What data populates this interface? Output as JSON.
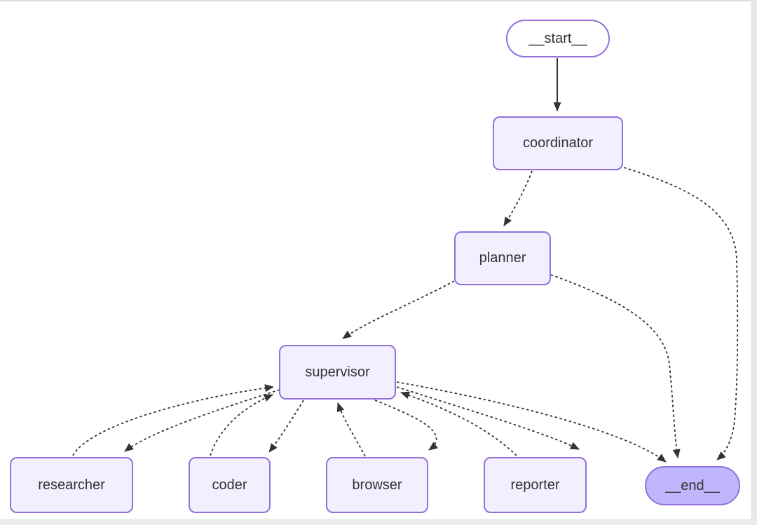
{
  "diagram": {
    "kind": "agent-workflow-graph",
    "direction": "top-down",
    "nodes": [
      {
        "id": "__start__",
        "label": "__start__",
        "shape": "stadium",
        "role": "entry"
      },
      {
        "id": "coordinator",
        "label": "coordinator",
        "shape": "rounded-rect",
        "role": "agent"
      },
      {
        "id": "planner",
        "label": "planner",
        "shape": "rounded-rect",
        "role": "agent"
      },
      {
        "id": "supervisor",
        "label": "supervisor",
        "shape": "rounded-rect",
        "role": "agent"
      },
      {
        "id": "researcher",
        "label": "researcher",
        "shape": "rounded-rect",
        "role": "agent"
      },
      {
        "id": "coder",
        "label": "coder",
        "shape": "rounded-rect",
        "role": "agent"
      },
      {
        "id": "browser",
        "label": "browser",
        "shape": "rounded-rect",
        "role": "agent"
      },
      {
        "id": "reporter",
        "label": "reporter",
        "shape": "rounded-rect",
        "role": "agent"
      },
      {
        "id": "__end__",
        "label": "__end__",
        "shape": "stadium",
        "role": "terminal"
      }
    ],
    "edges": [
      {
        "from": "__start__",
        "to": "coordinator",
        "line": "solid"
      },
      {
        "from": "coordinator",
        "to": "planner",
        "line": "dotted"
      },
      {
        "from": "coordinator",
        "to": "__end__",
        "line": "dotted"
      },
      {
        "from": "planner",
        "to": "supervisor",
        "line": "dotted"
      },
      {
        "from": "planner",
        "to": "__end__",
        "line": "dotted"
      },
      {
        "from": "supervisor",
        "to": "researcher",
        "line": "dotted"
      },
      {
        "from": "researcher",
        "to": "supervisor",
        "line": "dotted"
      },
      {
        "from": "supervisor",
        "to": "coder",
        "line": "dotted"
      },
      {
        "from": "coder",
        "to": "supervisor",
        "line": "dotted"
      },
      {
        "from": "supervisor",
        "to": "browser",
        "line": "dotted"
      },
      {
        "from": "browser",
        "to": "supervisor",
        "line": "dotted"
      },
      {
        "from": "supervisor",
        "to": "reporter",
        "line": "dotted"
      },
      {
        "from": "reporter",
        "to": "supervisor",
        "line": "dotted"
      },
      {
        "from": "supervisor",
        "to": "__end__",
        "line": "dotted"
      }
    ],
    "colors": {
      "node_fill": "#f2f0ff",
      "node_border": "#9370db",
      "start_fill": "#ffffff",
      "end_fill": "#bfb6fc",
      "edge": "#333333",
      "label": "#333333",
      "background": "#ffffff"
    }
  }
}
